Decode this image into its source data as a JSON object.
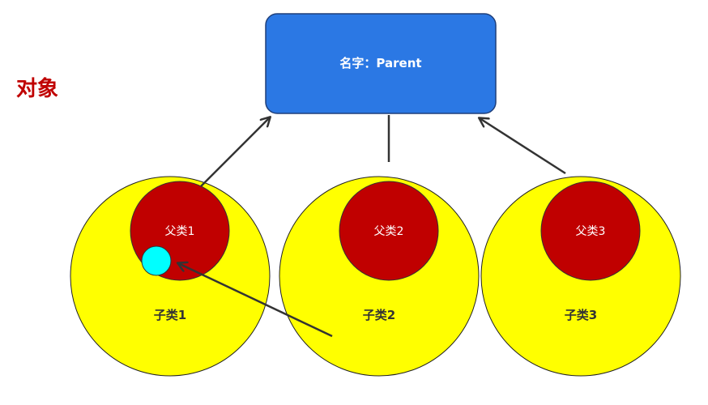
{
  "title": {
    "text": "对象",
    "color": "#c00000"
  },
  "parent_box": {
    "label": "名字：Parent",
    "fill": "#2b78e4",
    "stroke": "#1f3f7a"
  },
  "outer_circle_color": "#ffff00",
  "inner_circle_color": "#c00000",
  "marker_circle_color": "#00ffff",
  "arrow_color": "#333333",
  "children": [
    {
      "outer_label": "子类1",
      "inner_label": "父类1"
    },
    {
      "outer_label": "子类2",
      "inner_label": "父类2"
    },
    {
      "outer_label": "子类3",
      "inner_label": "父类3"
    }
  ]
}
